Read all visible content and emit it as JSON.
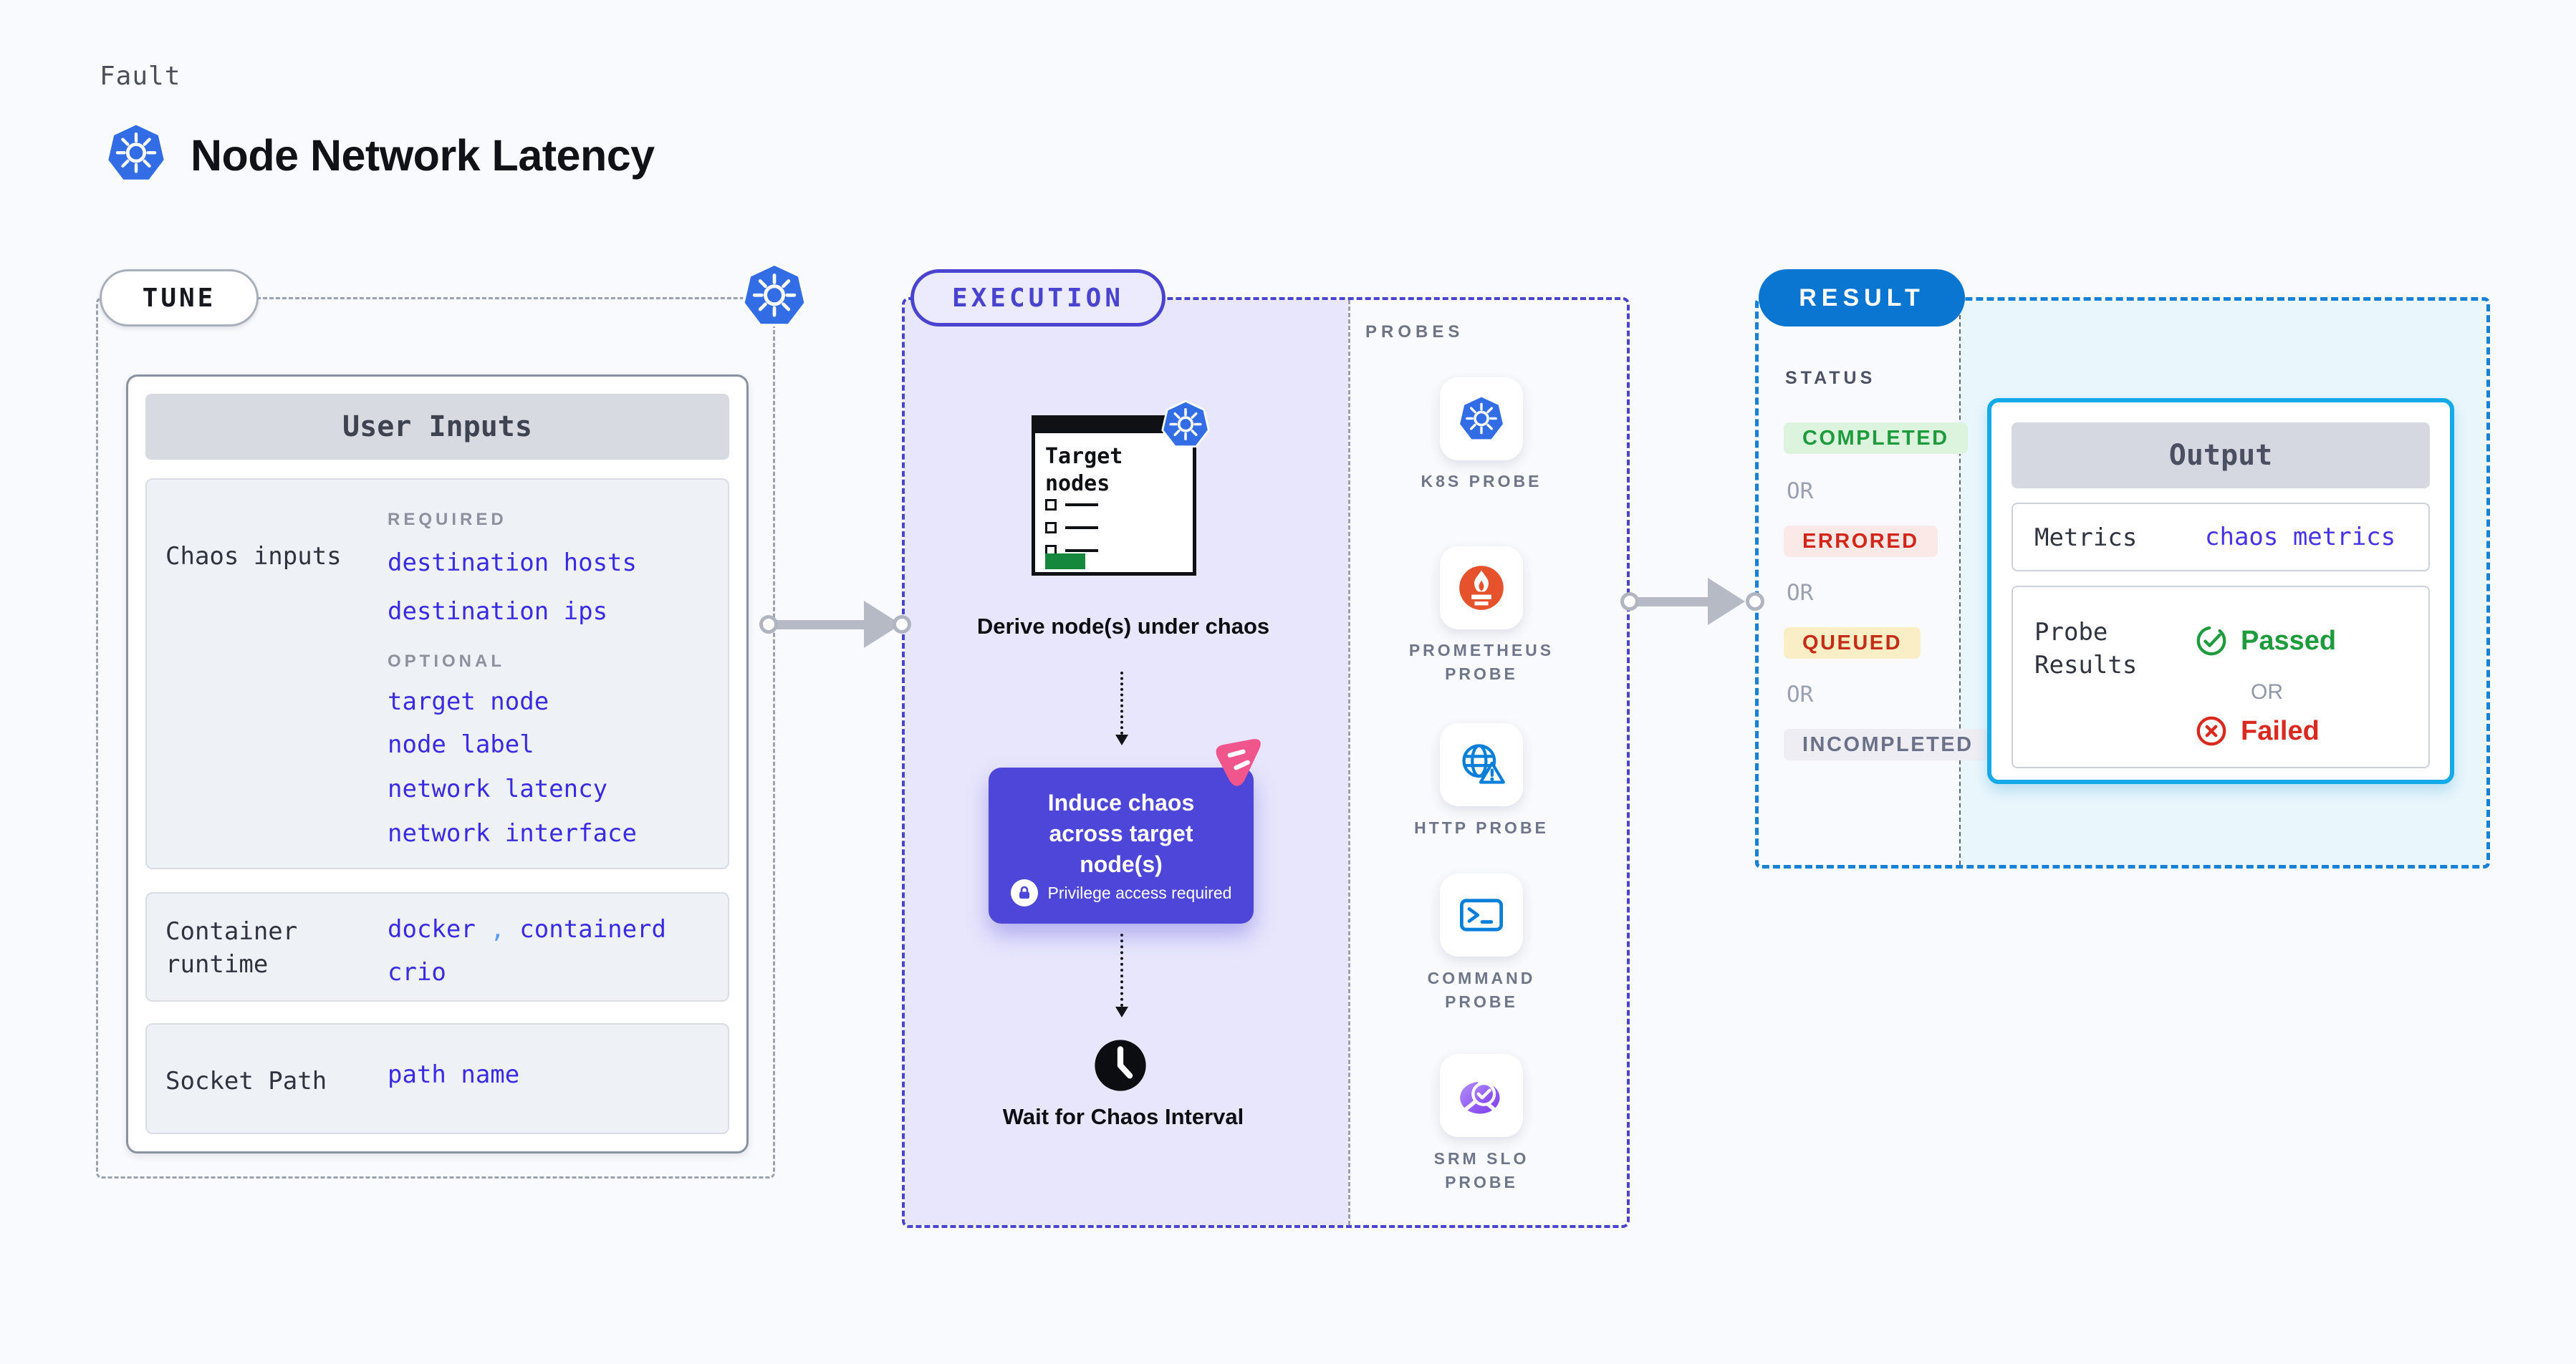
{
  "page": {
    "kicker": "Fault",
    "title": "Node Network Latency"
  },
  "tune": {
    "badge": "TUNE",
    "user_inputs": {
      "header": "User Inputs",
      "chaos_inputs": {
        "label": "Chaos inputs",
        "required_label": "REQUIRED",
        "required": [
          "destination hosts",
          "destination ips"
        ],
        "optional_label": "OPTIONAL",
        "optional": [
          "target node",
          "node label",
          "network latency",
          "network interface"
        ]
      },
      "container_runtime": {
        "label": "Container runtime",
        "values": [
          "docker",
          "containerd",
          "crio"
        ],
        "separator": ","
      },
      "socket_path": {
        "label": "Socket Path",
        "value": "path name"
      }
    }
  },
  "execution": {
    "badge": "EXECUTION",
    "target_nodes": {
      "title": "Target nodes"
    },
    "derive": "Derive node(s) under chaos",
    "induce": {
      "title": "Induce chaos across target node(s)",
      "note": "Privilege access required"
    },
    "wait": "Wait for Chaos Interval",
    "probes": {
      "label": "PROBES",
      "items": [
        {
          "label": "K8S PROBE",
          "icon": "kubernetes-icon"
        },
        {
          "label": "PROMETHEUS PROBE",
          "icon": "prometheus-icon"
        },
        {
          "label": "HTTP PROBE",
          "icon": "globe-alert-icon"
        },
        {
          "label": "COMMAND PROBE",
          "icon": "terminal-icon"
        },
        {
          "label": "SRM SLO PROBE",
          "icon": "slo-gauge-icon"
        }
      ]
    }
  },
  "result": {
    "badge": "RESULT",
    "status": {
      "label": "STATUS",
      "or": "OR",
      "items": [
        {
          "label": "COMPLETED",
          "color": "#1e9b3d",
          "bg": "#dcf3dd"
        },
        {
          "label": "ERRORED",
          "color": "#d3261b",
          "bg": "#fbe9e7"
        },
        {
          "label": "QUEUED",
          "color": "#c42d17",
          "bg": "#faeec6"
        },
        {
          "label": "INCOMPLETED",
          "color": "#6b7186",
          "bg": "#ededf3"
        }
      ]
    },
    "output": {
      "header": "Output",
      "metrics": {
        "label": "Metrics",
        "value": "chaos metrics"
      },
      "probe_results": {
        "label": "Probe Results",
        "passed": "Passed",
        "or": "OR",
        "failed": "Failed"
      }
    }
  },
  "colors": {
    "accent_indigo": "#4a43cf",
    "accent_blue": "#0b76d1",
    "accent_cyan": "#14a9e8",
    "link_blue": "#3a2be2",
    "kubernetes_blue": "#326de6",
    "prometheus_orange": "#e6522c",
    "litmus_pink": "#f0568c",
    "passed_green": "#1e9b3d",
    "failed_red": "#da291f"
  }
}
